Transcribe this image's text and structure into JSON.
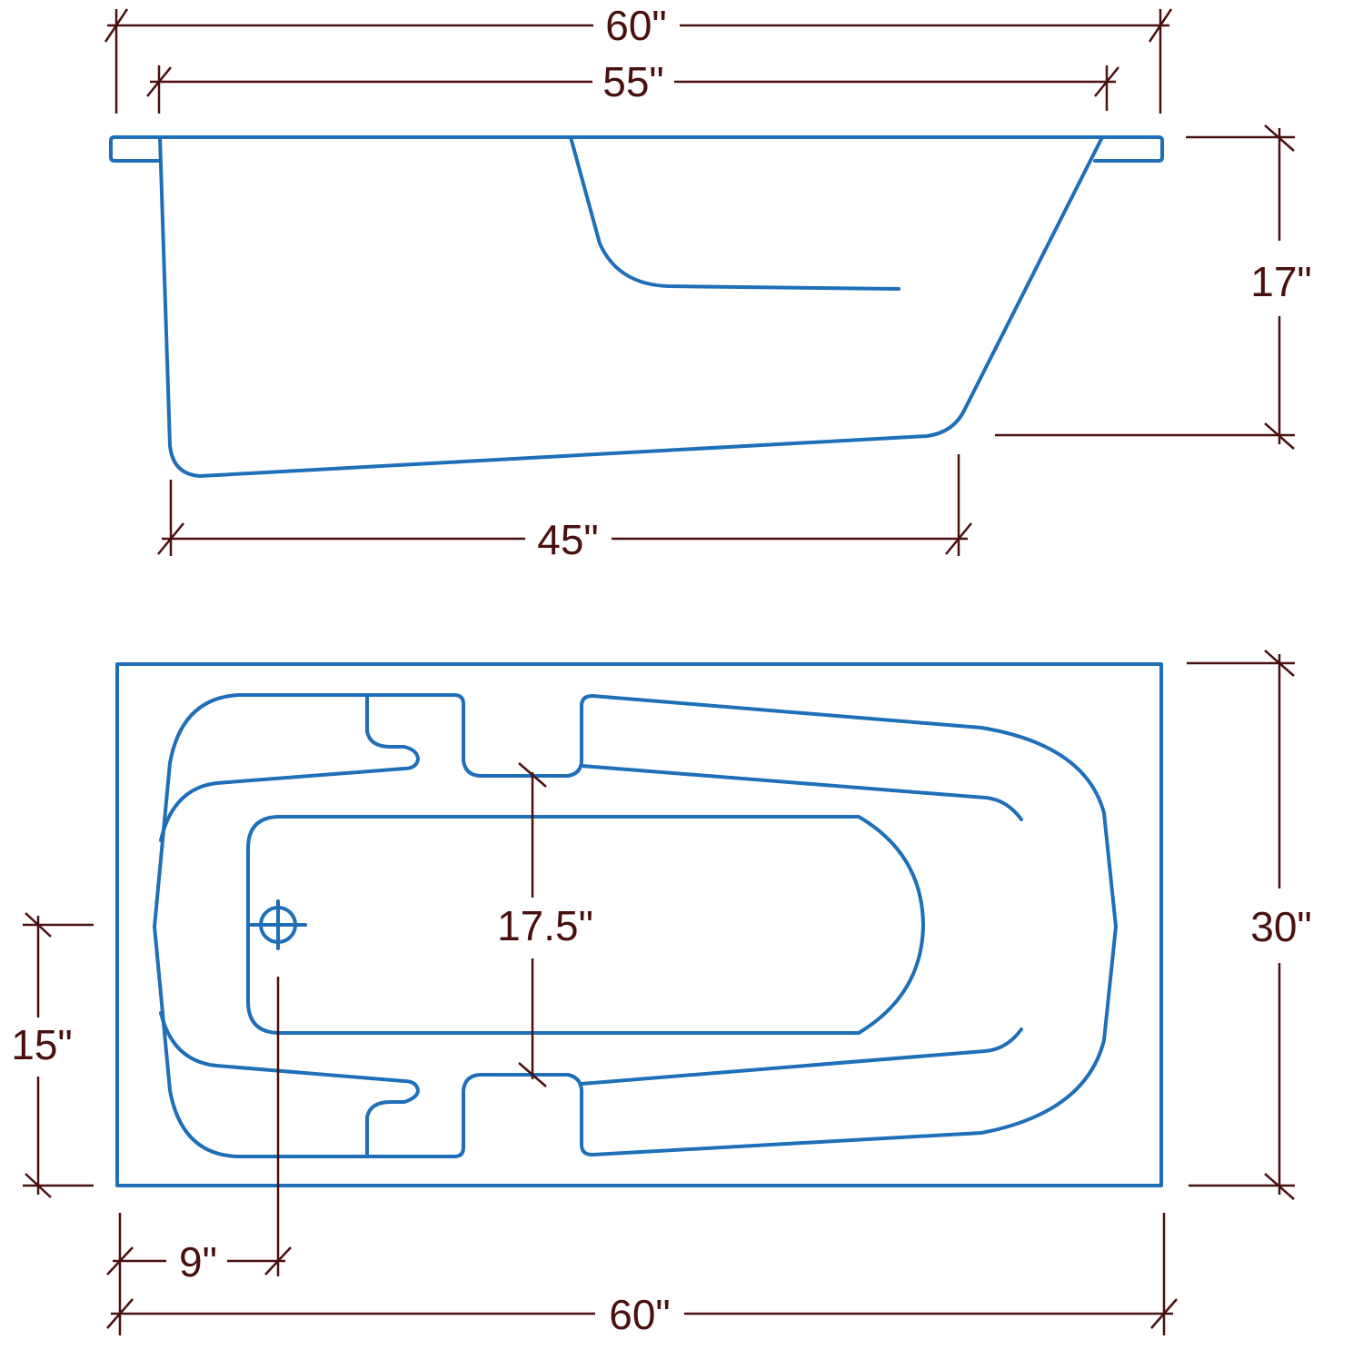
{
  "colors": {
    "outline": "#1e6fb8",
    "dimension": "#4a1010",
    "background": "#ffffff"
  },
  "side_view": {
    "overall_length": "60\"",
    "rim_length": "55\"",
    "bottom_length": "45\"",
    "height": "17\""
  },
  "top_view": {
    "length": "60\"",
    "width": "30\"",
    "inner_width": "17.5\"",
    "drain_from_end": "9\"",
    "drain_from_side": "15\""
  }
}
